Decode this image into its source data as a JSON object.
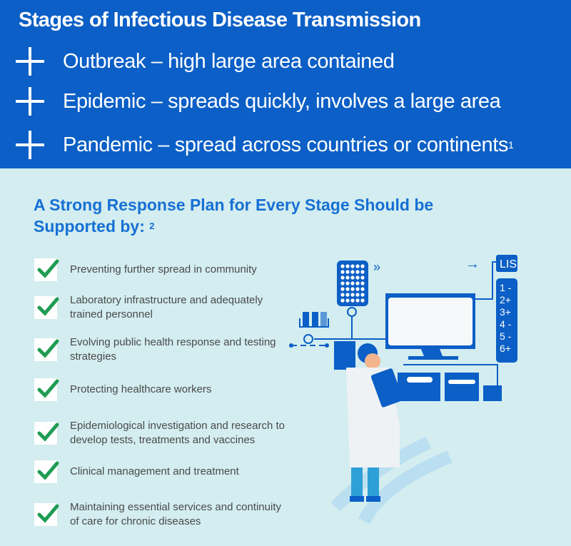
{
  "header": {
    "title": "Stages of Infectious Disease Transmission",
    "stages": [
      {
        "text": "Outbreak – high large area contained",
        "sup": ""
      },
      {
        "text": "Epidemic – spreads quickly, involves a large area",
        "sup": ""
      },
      {
        "text": "Pandemic – spread across countries or continents",
        "sup": "1"
      }
    ]
  },
  "plan": {
    "heading": "A Strong Response Plan for Every Stage Should be Supported by:",
    "heading_sup": "2",
    "items": [
      "Preventing further spread in community",
      "Laboratory infrastructure and adequately trained personnel",
      "Evolving public health response and testing strategies",
      "Protecting healthcare workers",
      "Epidemiological investigation and research to develop tests, treatments and vaccines",
      "Clinical management and treatment",
      "Maintaining essential services and continuity of care for chronic diseases"
    ]
  },
  "illustration": {
    "lis_label": "LIS",
    "results": [
      "1 -",
      "2+",
      "3+",
      "4 -",
      "5 -",
      "6+"
    ],
    "arrows": "»",
    "arrow_right": "→"
  },
  "colors": {
    "blue": "#0b5fc6",
    "background": "#d3edf0",
    "check": "#1e9c52"
  }
}
